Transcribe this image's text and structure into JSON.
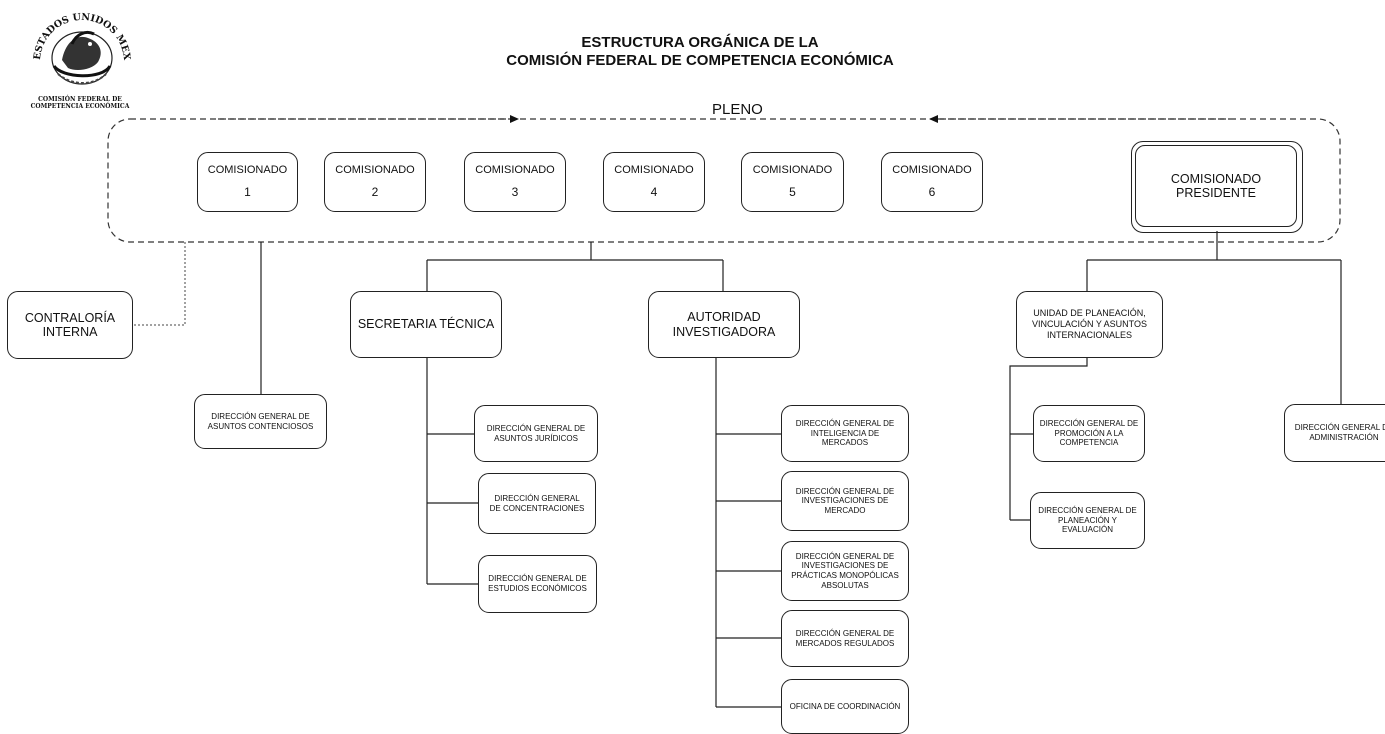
{
  "header": {
    "title_line1": "ESTRUCTURA ORGÁNICA DE LA",
    "title_line2": "COMISIÓN FEDERAL DE COMPETENCIA ECONÓMICA"
  },
  "logo": {
    "arc_text": "ESTADOS UNIDOS MEXICANOS",
    "caption_line1": "COMISIÓN FEDERAL DE",
    "caption_line2": "COMPETENCIA ECONÓMICA"
  },
  "pleno": {
    "label": "PLENO",
    "commissioners": [
      {
        "label": "COMISIONADO",
        "number": "1"
      },
      {
        "label": "COMISIONADO",
        "number": "2"
      },
      {
        "label": "COMISIONADO",
        "number": "3"
      },
      {
        "label": "COMISIONADO",
        "number": "4"
      },
      {
        "label": "COMISIONADO",
        "number": "5"
      },
      {
        "label": "COMISIONADO",
        "number": "6"
      }
    ],
    "president_line1": "COMISIONADO",
    "president_line2": "PRESIDENTE"
  },
  "units": {
    "contraloria_line1": "CONTRALORÍA",
    "contraloria_line2": "INTERNA",
    "asuntos_contenciosos_line1": "DIRECCIÓN GENERAL DE",
    "asuntos_contenciosos_line2": "ASUNTOS CONTENCIOSOS",
    "secretaria": "SECRETARIA TÉCNICA",
    "autoridad_line1": "AUTORIDAD",
    "autoridad_line2": "INVESTIGADORA",
    "unidad_line1": "UNIDAD DE PLANEACIÓN,",
    "unidad_line2": "VINCULACIÓN Y ASUNTOS",
    "unidad_line3": "INTERNACIONALES"
  },
  "secretaria_children": [
    {
      "line1": "DIRECCIÓN GENERAL DE",
      "line2": "ASUNTOS JURÍDICOS"
    },
    {
      "line1": "DIRECCIÓN GENERAL",
      "line2": "DE CONCENTRACIONES"
    },
    {
      "line1": "DIRECCIÓN GENERAL DE",
      "line2": "ESTUDIOS ECONÓMICOS"
    }
  ],
  "autoridad_children": [
    {
      "line1": "DIRECCIÓN GENERAL DE",
      "line2": "INTELIGENCIA DE",
      "line3": "MERCADOS",
      "line4": ""
    },
    {
      "line1": "DIRECCIÓN GENERAL DE",
      "line2": "INVESTIGACIONES DE",
      "line3": "MERCADO",
      "line4": ""
    },
    {
      "line1": "DIRECCIÓN  GENERAL DE",
      "line2": "INVESTIGACIONES DE",
      "line3": "PRÁCTICAS MONOPÓLICAS",
      "line4": "ABSOLUTAS"
    },
    {
      "line1": "DIRECCIÓN GENERAL DE",
      "line2": "MERCADOS REGULADOS",
      "line3": "",
      "line4": ""
    },
    {
      "line1": "OFICINA DE COORDINACIÓN",
      "line2": "",
      "line3": "",
      "line4": ""
    }
  ],
  "unidad_children": [
    {
      "line1": "DIRECCIÓN GENERAL DE",
      "line2": "PROMOCIÓN A LA",
      "line3": "COMPETENCIA"
    },
    {
      "line1": "DIRECCIÓN GENERAL DE",
      "line2": "PLANEACIÓN Y",
      "line3": "EVALUACIÓN"
    }
  ],
  "administracion_line1": "DIRECCIÓN GENERAL DE",
  "administracion_line2": "ADMINISTRACIÓN",
  "colors": {
    "line": "#222222",
    "background": "#ffffff"
  }
}
